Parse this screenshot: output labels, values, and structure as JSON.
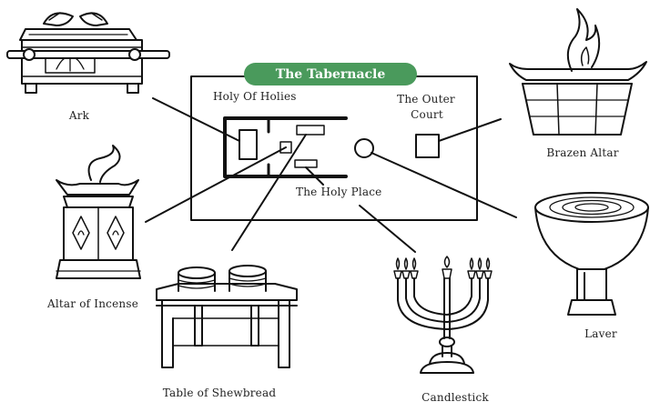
{
  "diagram": {
    "title": "The Tabernacle",
    "accent_color": "#4a9a5c",
    "regions": {
      "holy_of_holies": "Holy Of Holies",
      "outer_court_line1": "The Outer",
      "outer_court_line2": "Court",
      "holy_place": "The Holy Place"
    },
    "items": {
      "ark": "Ark",
      "altar_of_incense": "Altar of Incense",
      "table_of_shewbread": "Table of Shewbread",
      "candlestick": "Candlestick",
      "laver": "Laver",
      "brazen_altar": "Brazen Altar"
    }
  }
}
